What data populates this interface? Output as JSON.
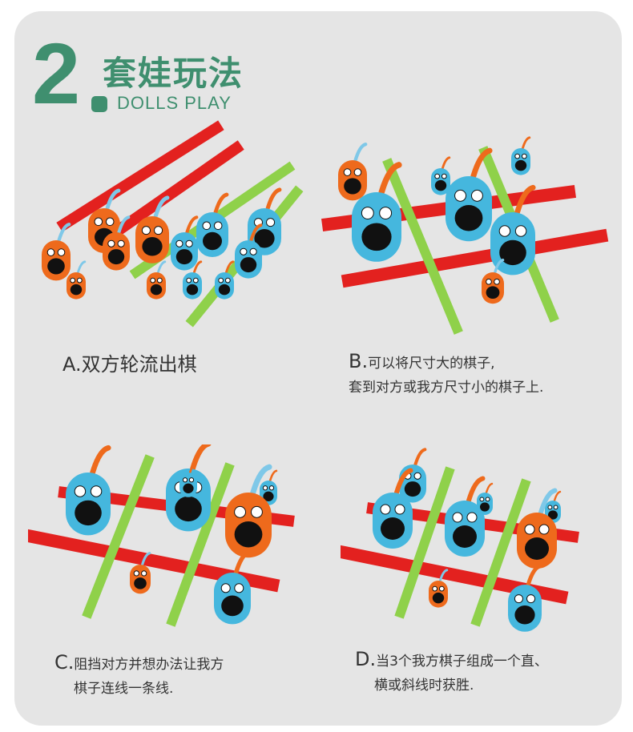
{
  "header": {
    "number": "2",
    "title": "套娃玩法",
    "subtitle": "DOLLS PLAY"
  },
  "steps": [
    {
      "letter": "A.",
      "line1": "双方轮流出棋",
      "line2": ""
    },
    {
      "letter": "B.",
      "line1": "可以将尺寸大的棋子,",
      "line2": "套到对方或我方尺寸小的棋子上."
    },
    {
      "letter": "C.",
      "line1": "阻挡对方并想办法让我方",
      "line2": "棋子连线一条线."
    },
    {
      "letter": "D.",
      "line1": "当3个我方棋子组成一个直、",
      "line2": "横或斜线时获胜."
    }
  ],
  "colors": {
    "accent": "#3f8f6f",
    "blue": "#45b7de",
    "orange": "#ee6a1c",
    "red": "#e3211f",
    "green": "#8fd14a"
  }
}
